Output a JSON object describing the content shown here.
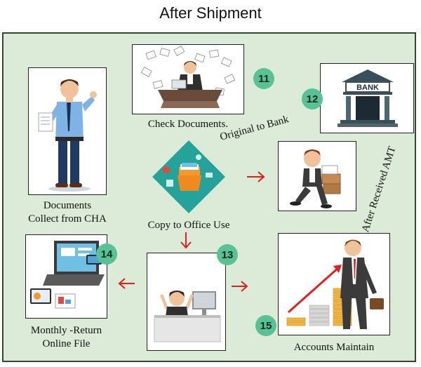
{
  "title": "After Shipment",
  "steps": {
    "documents_collect": {
      "line1": "Documents",
      "line2": "Collect from CHA"
    },
    "check_documents": {
      "label": "Check Documents.",
      "number": "11"
    },
    "original_to_bank": {
      "label": "Original to Bank"
    },
    "bank": {
      "sign": "BANK",
      "number": "12"
    },
    "copy_to_office": {
      "label": "Copy to Office Use"
    },
    "after_received": {
      "label": "After Received AMT"
    },
    "office_staff": {
      "number": "13"
    },
    "monthly_return": {
      "line1": "Monthly -Return",
      "line2": "Online File",
      "number": "14"
    },
    "accounts": {
      "label": "Accounts Maintain",
      "number": "15"
    }
  },
  "colors": {
    "panel": "#dcebd8",
    "badge": "#58c195",
    "arrow": "#e0201c",
    "diamond": "#25a39a"
  }
}
